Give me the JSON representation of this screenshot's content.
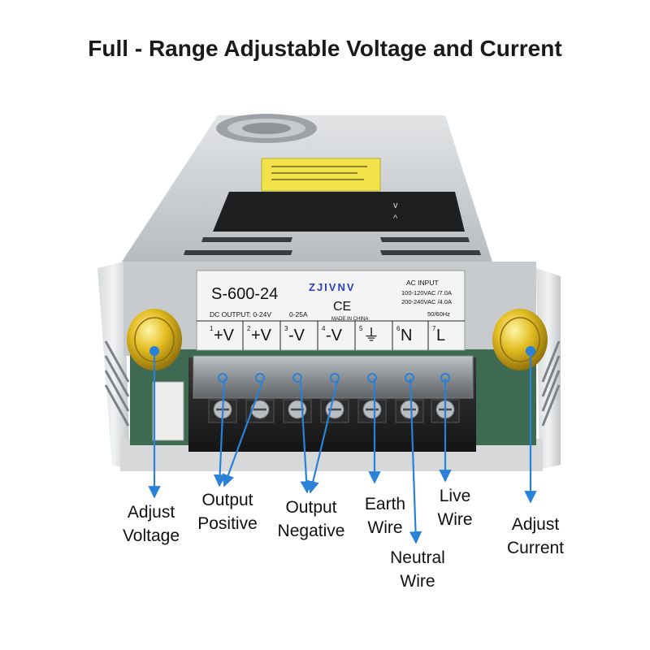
{
  "title": "Full - Range Adjustable Voltage and Current",
  "product": {
    "model": "S-600-24",
    "brand": "ZJIVNV",
    "ce_mark": "CE",
    "dc_output_label": "DC  OUTPUT: 0-24V",
    "dc_current": "0-25A",
    "made_in": "MADE IN CHINA",
    "ac_input_label": "AC  INPUT",
    "ac_line1": "100-120VAC /7.0A",
    "ac_line2": "200-240VAC /4.0A",
    "frequency": "50/60Hz"
  },
  "terminals": [
    {
      "num": "1",
      "sym": "+V"
    },
    {
      "num": "2",
      "sym": "+V"
    },
    {
      "num": "3",
      "sym": "-V"
    },
    {
      "num": "4",
      "sym": "-V"
    },
    {
      "num": "5",
      "sym": "⏚"
    },
    {
      "num": "6",
      "sym": "N"
    },
    {
      "num": "7",
      "sym": "L"
    }
  ],
  "callouts": {
    "adjust_voltage": [
      "Adjust",
      "Voltage"
    ],
    "output_positive": [
      "Output",
      "Positive"
    ],
    "output_negative": [
      "Output",
      "Negative"
    ],
    "earth_wire": [
      "Earth",
      "Wire"
    ],
    "live_wire": [
      "Live",
      "Wire"
    ],
    "neutral_wire": [
      "Neutral",
      "Wire"
    ],
    "adjust_current": [
      "Adjust",
      "Current"
    ]
  },
  "colors": {
    "arrow": "#2a82d8",
    "knob": "#d9b21c",
    "chassis": "#c9cccf",
    "yellow_sticker": "#f2e24a"
  }
}
